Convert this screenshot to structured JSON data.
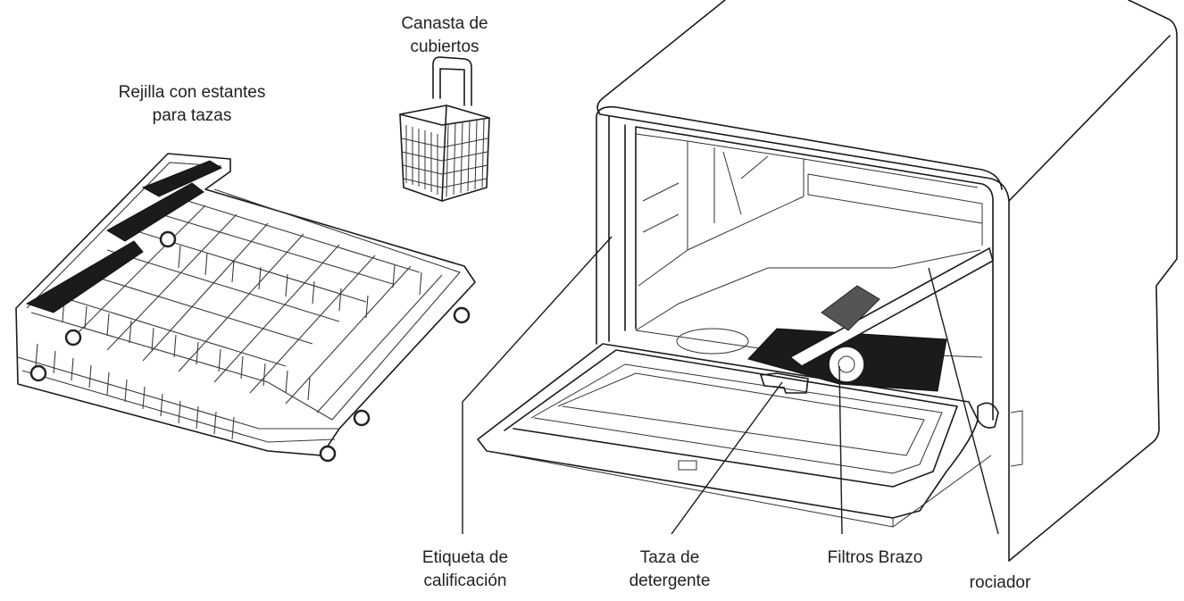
{
  "labels": {
    "rack": [
      "Rejilla con estantes",
      "para tazas"
    ],
    "basket": [
      "Canasta de",
      "cubiertos"
    ],
    "rating": [
      "Etiqueta de",
      "calificación"
    ],
    "detergent": [
      "Taza de",
      "detergente"
    ],
    "filters": "Filtros Brazo",
    "sprayer": "rociador"
  },
  "icons": [
    "dish-rack-illustration",
    "cutlery-basket-illustration",
    "dishwasher-illustration"
  ]
}
